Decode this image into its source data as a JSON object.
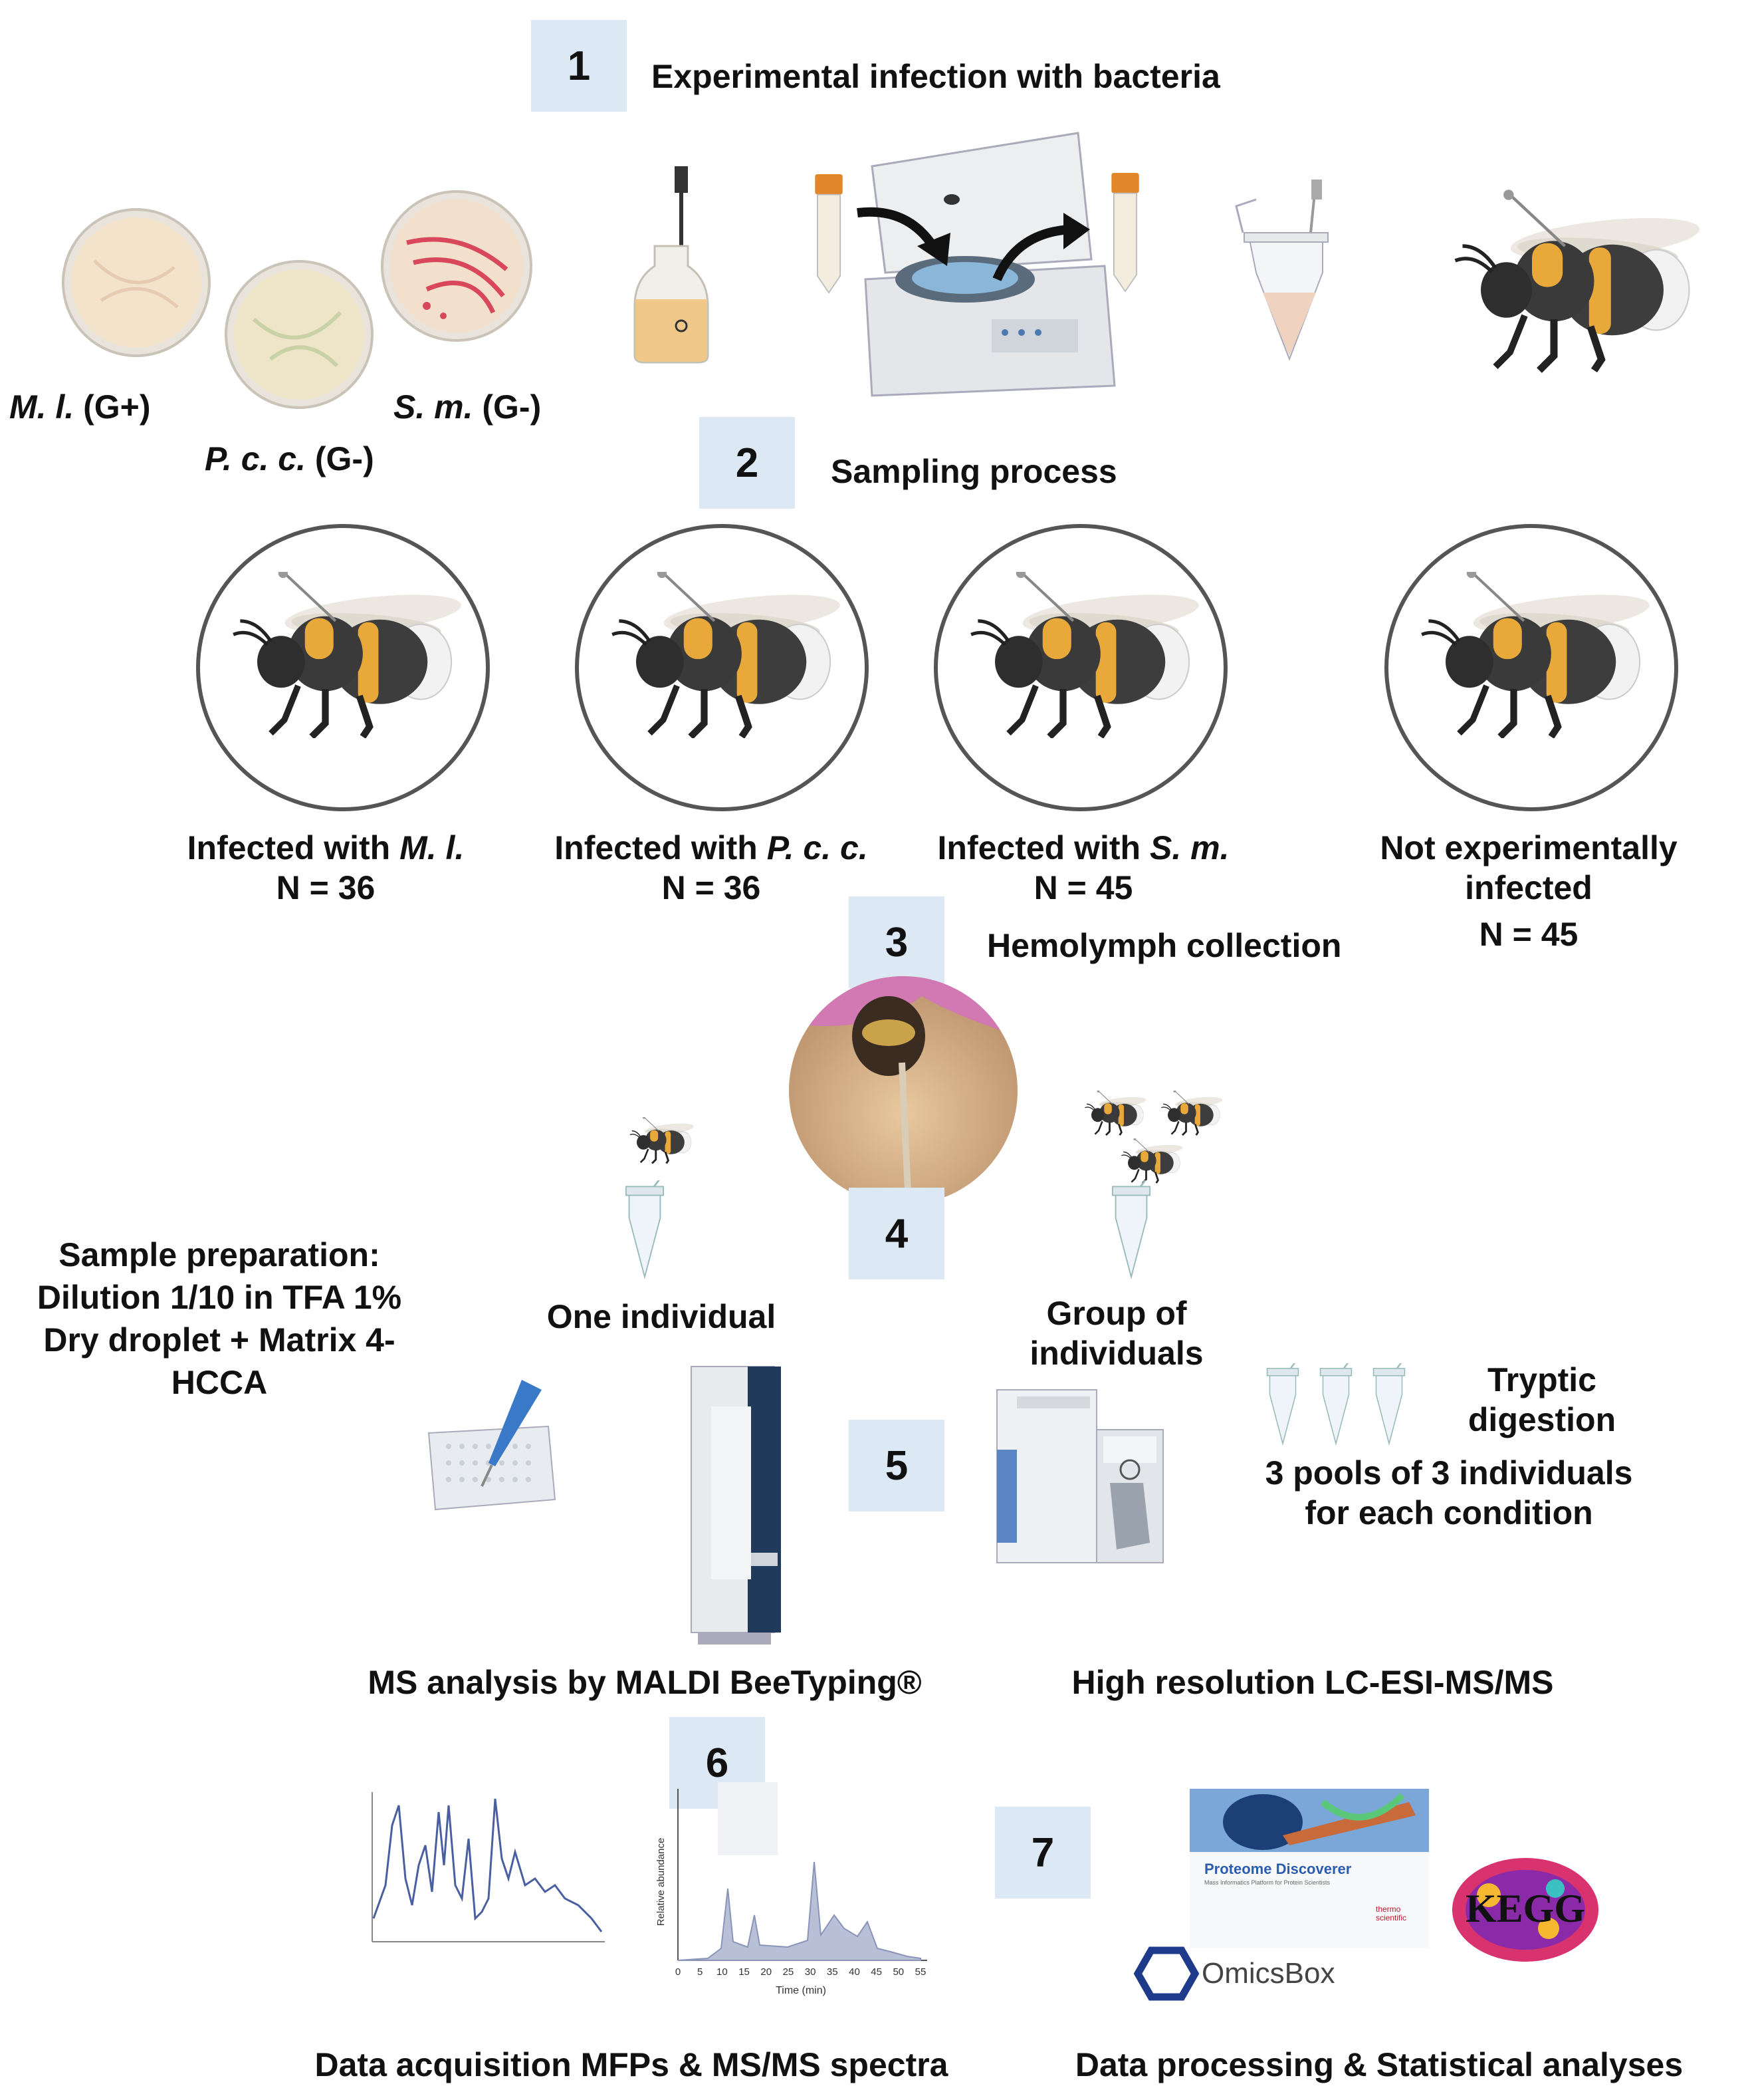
{
  "steps": [
    {
      "num": "1",
      "title": "Experimental infection with bacteria"
    },
    {
      "num": "2",
      "title": "Sampling process"
    },
    {
      "num": "3",
      "title": "Hemolymph collection"
    },
    {
      "num": "4",
      "title": ""
    },
    {
      "num": "5",
      "title": ""
    },
    {
      "num": "6",
      "title": ""
    },
    {
      "num": "7",
      "title": ""
    }
  ],
  "bacteria": [
    {
      "name": "M. l.",
      "gram": "(G+)",
      "color": "#e6d4c0"
    },
    {
      "name": "P. c. c.",
      "gram": "(G-)",
      "color": "#cfd9b0"
    },
    {
      "name": "S. m.",
      "gram": "(G-)",
      "color": "#d9485a"
    }
  ],
  "groups": [
    {
      "prefix": "Infected with ",
      "species": "M. l.",
      "n": "N = 36"
    },
    {
      "prefix": "Infected with ",
      "species": "P. c. c.",
      "n": "N = 36"
    },
    {
      "prefix": "Infected with ",
      "species": "S. m.",
      "n": "N = 45"
    },
    {
      "line1": "Not experimentally",
      "line2": "infected",
      "n": "N = 45"
    }
  ],
  "prep": {
    "line1": "Sample preparation:",
    "line2": "Dilution 1/10 in TFA 1%",
    "line3": "Dry droplet + Matrix 4-",
    "line4": "HCCA"
  },
  "one_individual": "One individual",
  "group_individuals": {
    "line1": "Group of",
    "line2": "individuals"
  },
  "tryptic": {
    "line1": "Tryptic",
    "line2": "digestion"
  },
  "pools": {
    "line1": "3 pools of 3 individuals",
    "line2": "for each condition"
  },
  "ms_maldi": "MS analysis by MALDI BeeTyping®",
  "ms_lc": "High resolution LC-ESI-MS/MS",
  "data_acq": "Data acquisition MFPs & MS/MS spectra",
  "data_proc": "Data processing & Statistical analyses",
  "software": {
    "pd_title": "Proteome Discoverer",
    "pd_sub": "Mass Informatics Platform for Protein Scientists",
    "thermo": "thermo scientific",
    "omicsbox": "OmicsBox",
    "kegg": "KEGG"
  },
  "chrom": {
    "x_ticks": [
      "0",
      "5",
      "10",
      "15",
      "20",
      "25",
      "30",
      "35",
      "40",
      "45",
      "50",
      "55"
    ],
    "xlabel": "Time (min)",
    "ylabel": "Relative abundance"
  },
  "colors": {
    "step_bg": "#dce8f4",
    "bee_yellow": "#e8a93a",
    "bee_dark": "#3a3a3a",
    "spectrum": "#4a5fa0",
    "chrom_fill": "#b8c0d8"
  }
}
